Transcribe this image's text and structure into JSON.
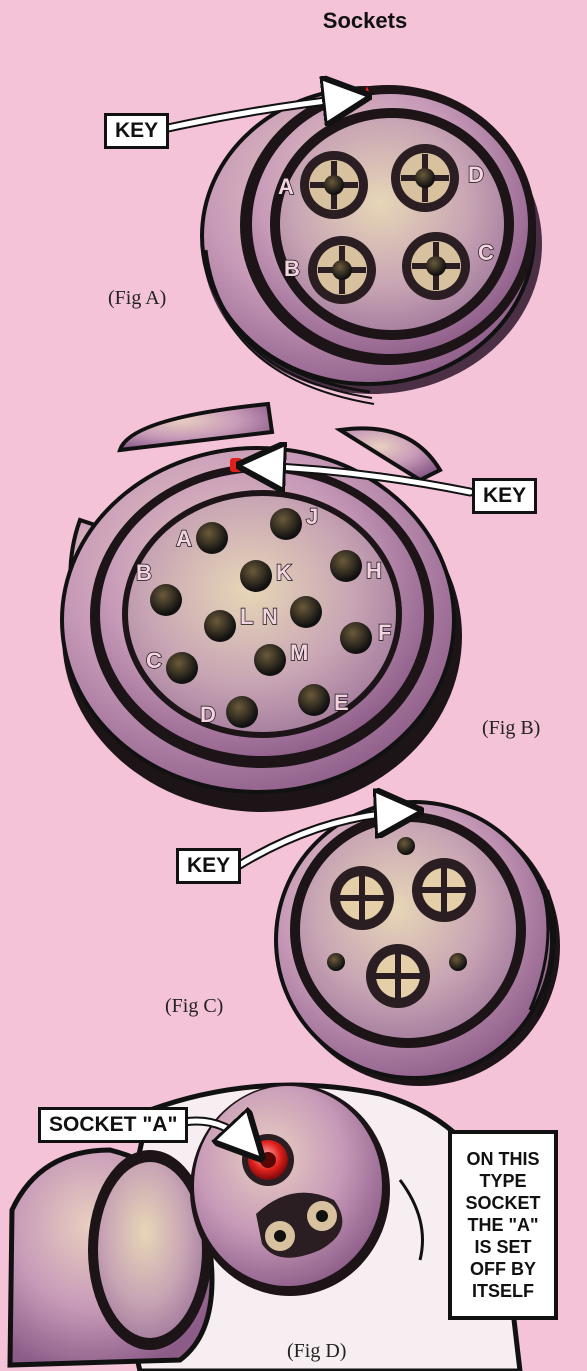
{
  "title": "Sockets",
  "figures": {
    "a": {
      "caption": "(Fig A)",
      "key_label": "KEY",
      "pin_labels": [
        "A",
        "D",
        "B",
        "C"
      ]
    },
    "b": {
      "caption": "(Fig B)",
      "key_label": "KEY",
      "pin_labels": [
        "A",
        "J",
        "B",
        "K",
        "H",
        "L",
        "N",
        "F",
        "M",
        "C",
        "D",
        "E"
      ]
    },
    "c": {
      "caption": "(Fig C)",
      "key_label": "KEY"
    },
    "d": {
      "caption": "(Fig D)",
      "socket_label": "SOCKET \"A\"",
      "note_lines": [
        "ON THIS",
        "TYPE",
        "SOCKET",
        "THE \"A\"",
        "IS SET",
        "OFF BY",
        "ITSELF"
      ]
    }
  },
  "colors": {
    "background": "#f4c3d8",
    "connector_body": "#c89ab0",
    "connector_face": "#d7b7b0",
    "outline": "#111111",
    "key_marker": "#e0201c"
  }
}
